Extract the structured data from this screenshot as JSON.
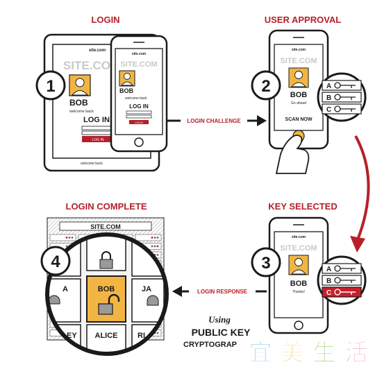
{
  "steps": {
    "login": {
      "title": "LOGIN",
      "number": "1"
    },
    "approval": {
      "title": "USER APPROVAL",
      "number": "2"
    },
    "key_selected": {
      "title": "KEY SELECTED",
      "number": "3"
    },
    "complete": {
      "title": "LOGIN COMPLETE",
      "number": "4"
    }
  },
  "arrows": {
    "challenge": "LOGIN CHALLENGE",
    "response": "LOGIN RESPONSE"
  },
  "screens": {
    "site": "SITE.COM",
    "site_small": "site.com",
    "user": "BOB",
    "welcome": "welcome back",
    "login_in": "LOG IN",
    "login_btn": "LOG IN",
    "go_ahead": "Go ahead",
    "scan_now": "SCAN NOW",
    "thanks": "Thanks!"
  },
  "keys": [
    "A",
    "B",
    "C"
  ],
  "grid": {
    "title": "SITE.COM",
    "center_user": "BOB",
    "bottom_user": "ALICE",
    "left_partial": "A",
    "right_partial": "JA",
    "bottom_left_partial": "EY",
    "bottom_right_partial": "RI"
  },
  "caption": {
    "line1": "Using",
    "line2": "PUBLIC KEY",
    "line3": "CRYPTOGRAP"
  },
  "watermark": [
    "宜",
    "美",
    "生",
    "活"
  ],
  "colors": {
    "accent": "#b5202a",
    "gold": "#f2b544",
    "ink": "#1a1a1a",
    "highlight": "#c8202a"
  }
}
